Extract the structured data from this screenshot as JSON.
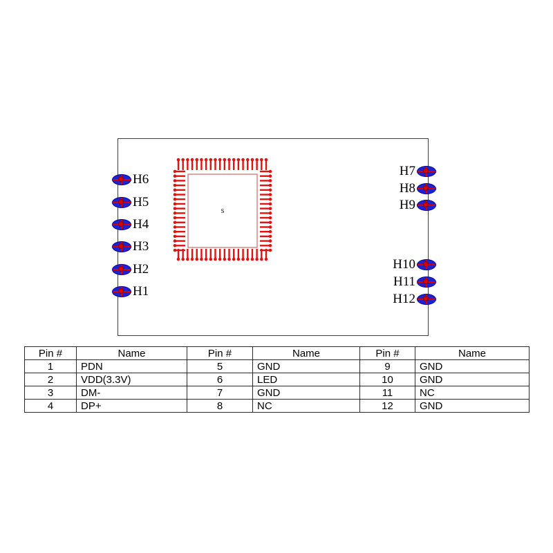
{
  "diagram": {
    "chip": {
      "label": "s",
      "pads_top": 20,
      "pads_bottom": 20,
      "pads_left": 18,
      "pads_right": 18
    },
    "left_headers": [
      "H6",
      "H5",
      "H4",
      "H3",
      "H2",
      "H1"
    ],
    "right_top_headers": [
      "H7",
      "H8",
      "H9"
    ],
    "right_bottom_headers": [
      "H10",
      "H11",
      "H12"
    ]
  },
  "pin_table": {
    "columns": [
      "Pin #",
      "Name",
      "Pin #",
      "Name",
      "Pin #",
      "Name"
    ],
    "rows": [
      [
        "1",
        "PDN",
        "5",
        "GND",
        "9",
        "GND"
      ],
      [
        "2",
        "VDD(3.3V)",
        "6",
        "LED",
        "10",
        "GND"
      ],
      [
        "3",
        "DM-",
        "7",
        "GND",
        "11",
        "NC"
      ],
      [
        "4",
        "DP+",
        "8",
        "NC",
        "12",
        "GND"
      ]
    ]
  },
  "colors": {
    "pad_blue": "#2222cc",
    "pad_blue_outline": "#000090",
    "pad_red": "#e01212",
    "chip_outline_red": "#d06868",
    "table_border": "#2a2a2a"
  }
}
